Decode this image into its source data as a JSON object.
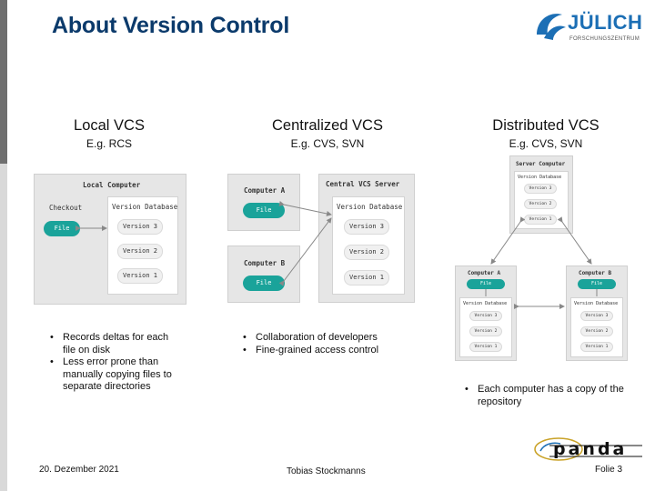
{
  "slide": {
    "title": "About Version Control",
    "logo": {
      "name": "JÜLICH",
      "sub": "FORSCHUNGSZENTRUM"
    },
    "columns": [
      {
        "heading": "Local VCS",
        "examples": "E.g. RCS",
        "bullets": [
          "Records deltas for each file on disk",
          "Less error prone than manually copying files to separate directories"
        ],
        "diagram": {
          "computer": "Local Computer",
          "checkout": "Checkout",
          "database": "Version Database",
          "file": "File",
          "versions": [
            "Version 3",
            "Version 2",
            "Version 1"
          ]
        }
      },
      {
        "heading": "Centralized VCS",
        "examples": "E.g. CVS, SVN",
        "bullets": [
          "Collaboration of developers",
          "Fine-grained access control"
        ],
        "diagram": {
          "server": "Central VCS Server",
          "database": "Version Database",
          "computer_a": "Computer A",
          "computer_b": "Computer B",
          "file": "File",
          "versions": [
            "Version 3",
            "Version 2",
            "Version 1"
          ]
        }
      },
      {
        "heading": "Distributed VCS",
        "examples": "E.g. CVS, SVN",
        "bullets": [
          "Each computer has a copy of the repository"
        ],
        "diagram": {
          "server": "Server Computer",
          "database": "Version Database",
          "computer_a": "Computer A",
          "computer_b": "Computer B",
          "file": "File",
          "versions": [
            "Version 3",
            "Version 2",
            "Version 1"
          ]
        }
      }
    ],
    "footer": {
      "date": "20. Dezember 2021",
      "author": "Tobias Stockmanns",
      "page": "Folie 3",
      "panda_logo": "panda"
    }
  }
}
